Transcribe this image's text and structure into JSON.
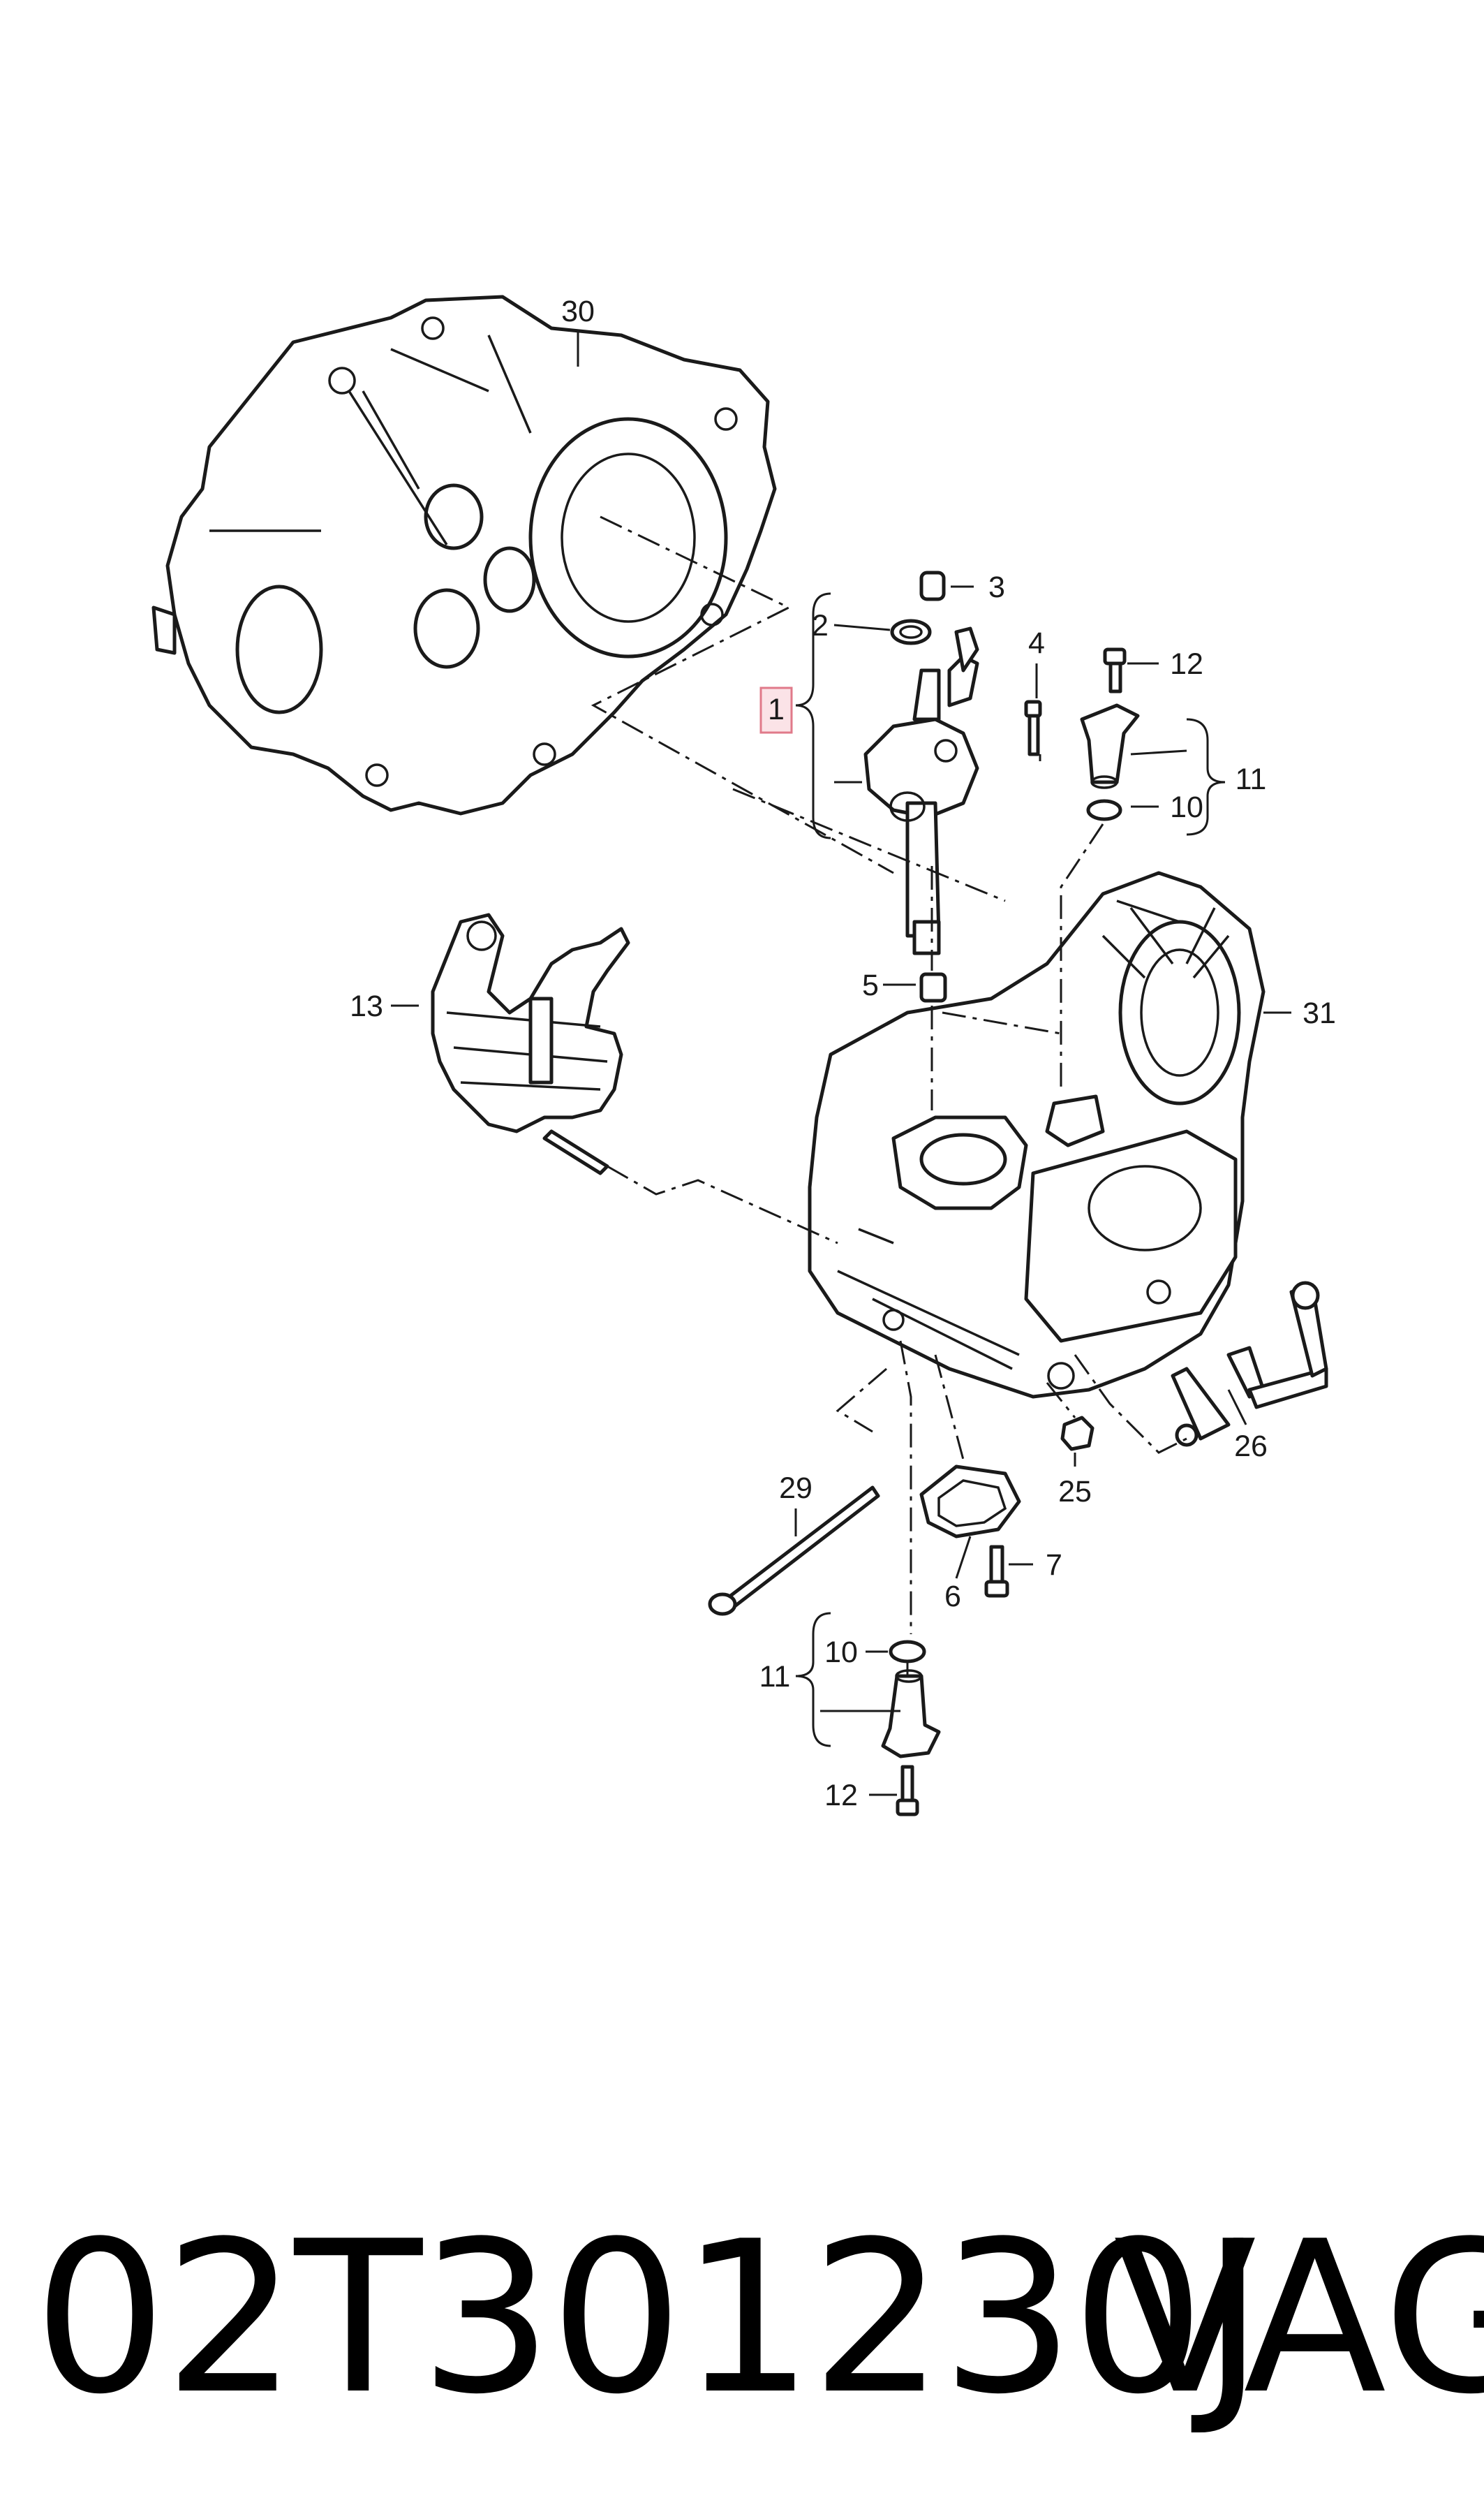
{
  "diagram": {
    "callouts": [
      {
        "id": "c30",
        "text": "30"
      },
      {
        "id": "c3",
        "text": "3"
      },
      {
        "id": "c2",
        "text": "2"
      },
      {
        "id": "c4",
        "text": "4"
      },
      {
        "id": "c12a",
        "text": "12"
      },
      {
        "id": "c1",
        "text": "1"
      },
      {
        "id": "c11a",
        "text": "11"
      },
      {
        "id": "c10a",
        "text": "10"
      },
      {
        "id": "c13",
        "text": "13"
      },
      {
        "id": "c5",
        "text": "5"
      },
      {
        "id": "c31",
        "text": "31"
      },
      {
        "id": "c26",
        "text": "26"
      },
      {
        "id": "c25",
        "text": "25"
      },
      {
        "id": "c29",
        "text": "29"
      },
      {
        "id": "c7",
        "text": "7"
      },
      {
        "id": "c6",
        "text": "6"
      },
      {
        "id": "c10b",
        "text": "10"
      },
      {
        "id": "c11b",
        "text": "11"
      },
      {
        "id": "c12b",
        "text": "12"
      }
    ],
    "highlight_color": "#e07a8a"
  },
  "caption": {
    "part_number": "02T301230J",
    "brand": "VAG"
  }
}
